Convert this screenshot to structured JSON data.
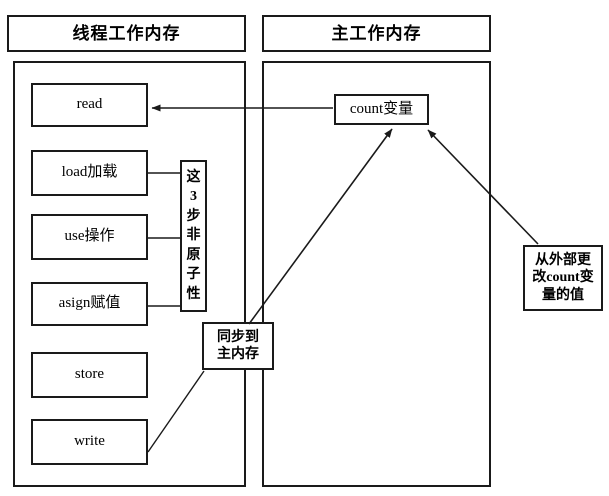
{
  "diagram": {
    "title_left": "线程工作内存",
    "title_right": "主工作内存",
    "left_panel": {
      "operations": [
        {
          "label": "read"
        },
        {
          "label": "load加载"
        },
        {
          "label": "use操作"
        },
        {
          "label": "asign赋值"
        },
        {
          "label": "store"
        },
        {
          "label": "write"
        }
      ]
    },
    "right_panel": {
      "variable_box": "count变量"
    },
    "annotations": {
      "atomicity_note_chars": [
        "这",
        "3",
        "步",
        "非",
        "原",
        "子",
        "性"
      ],
      "atomicity_note_text": "这3步非原子性",
      "sync_note_lines": [
        "同步到",
        "主内存"
      ],
      "sync_note_text": "同步到主内存",
      "external_note_lines": [
        "从外部更",
        "改count变",
        "量的值"
      ],
      "external_note_text": "从外部更改count变量的值"
    },
    "colors": {
      "stroke": "#1a1a1a",
      "background": "#ffffff"
    }
  }
}
